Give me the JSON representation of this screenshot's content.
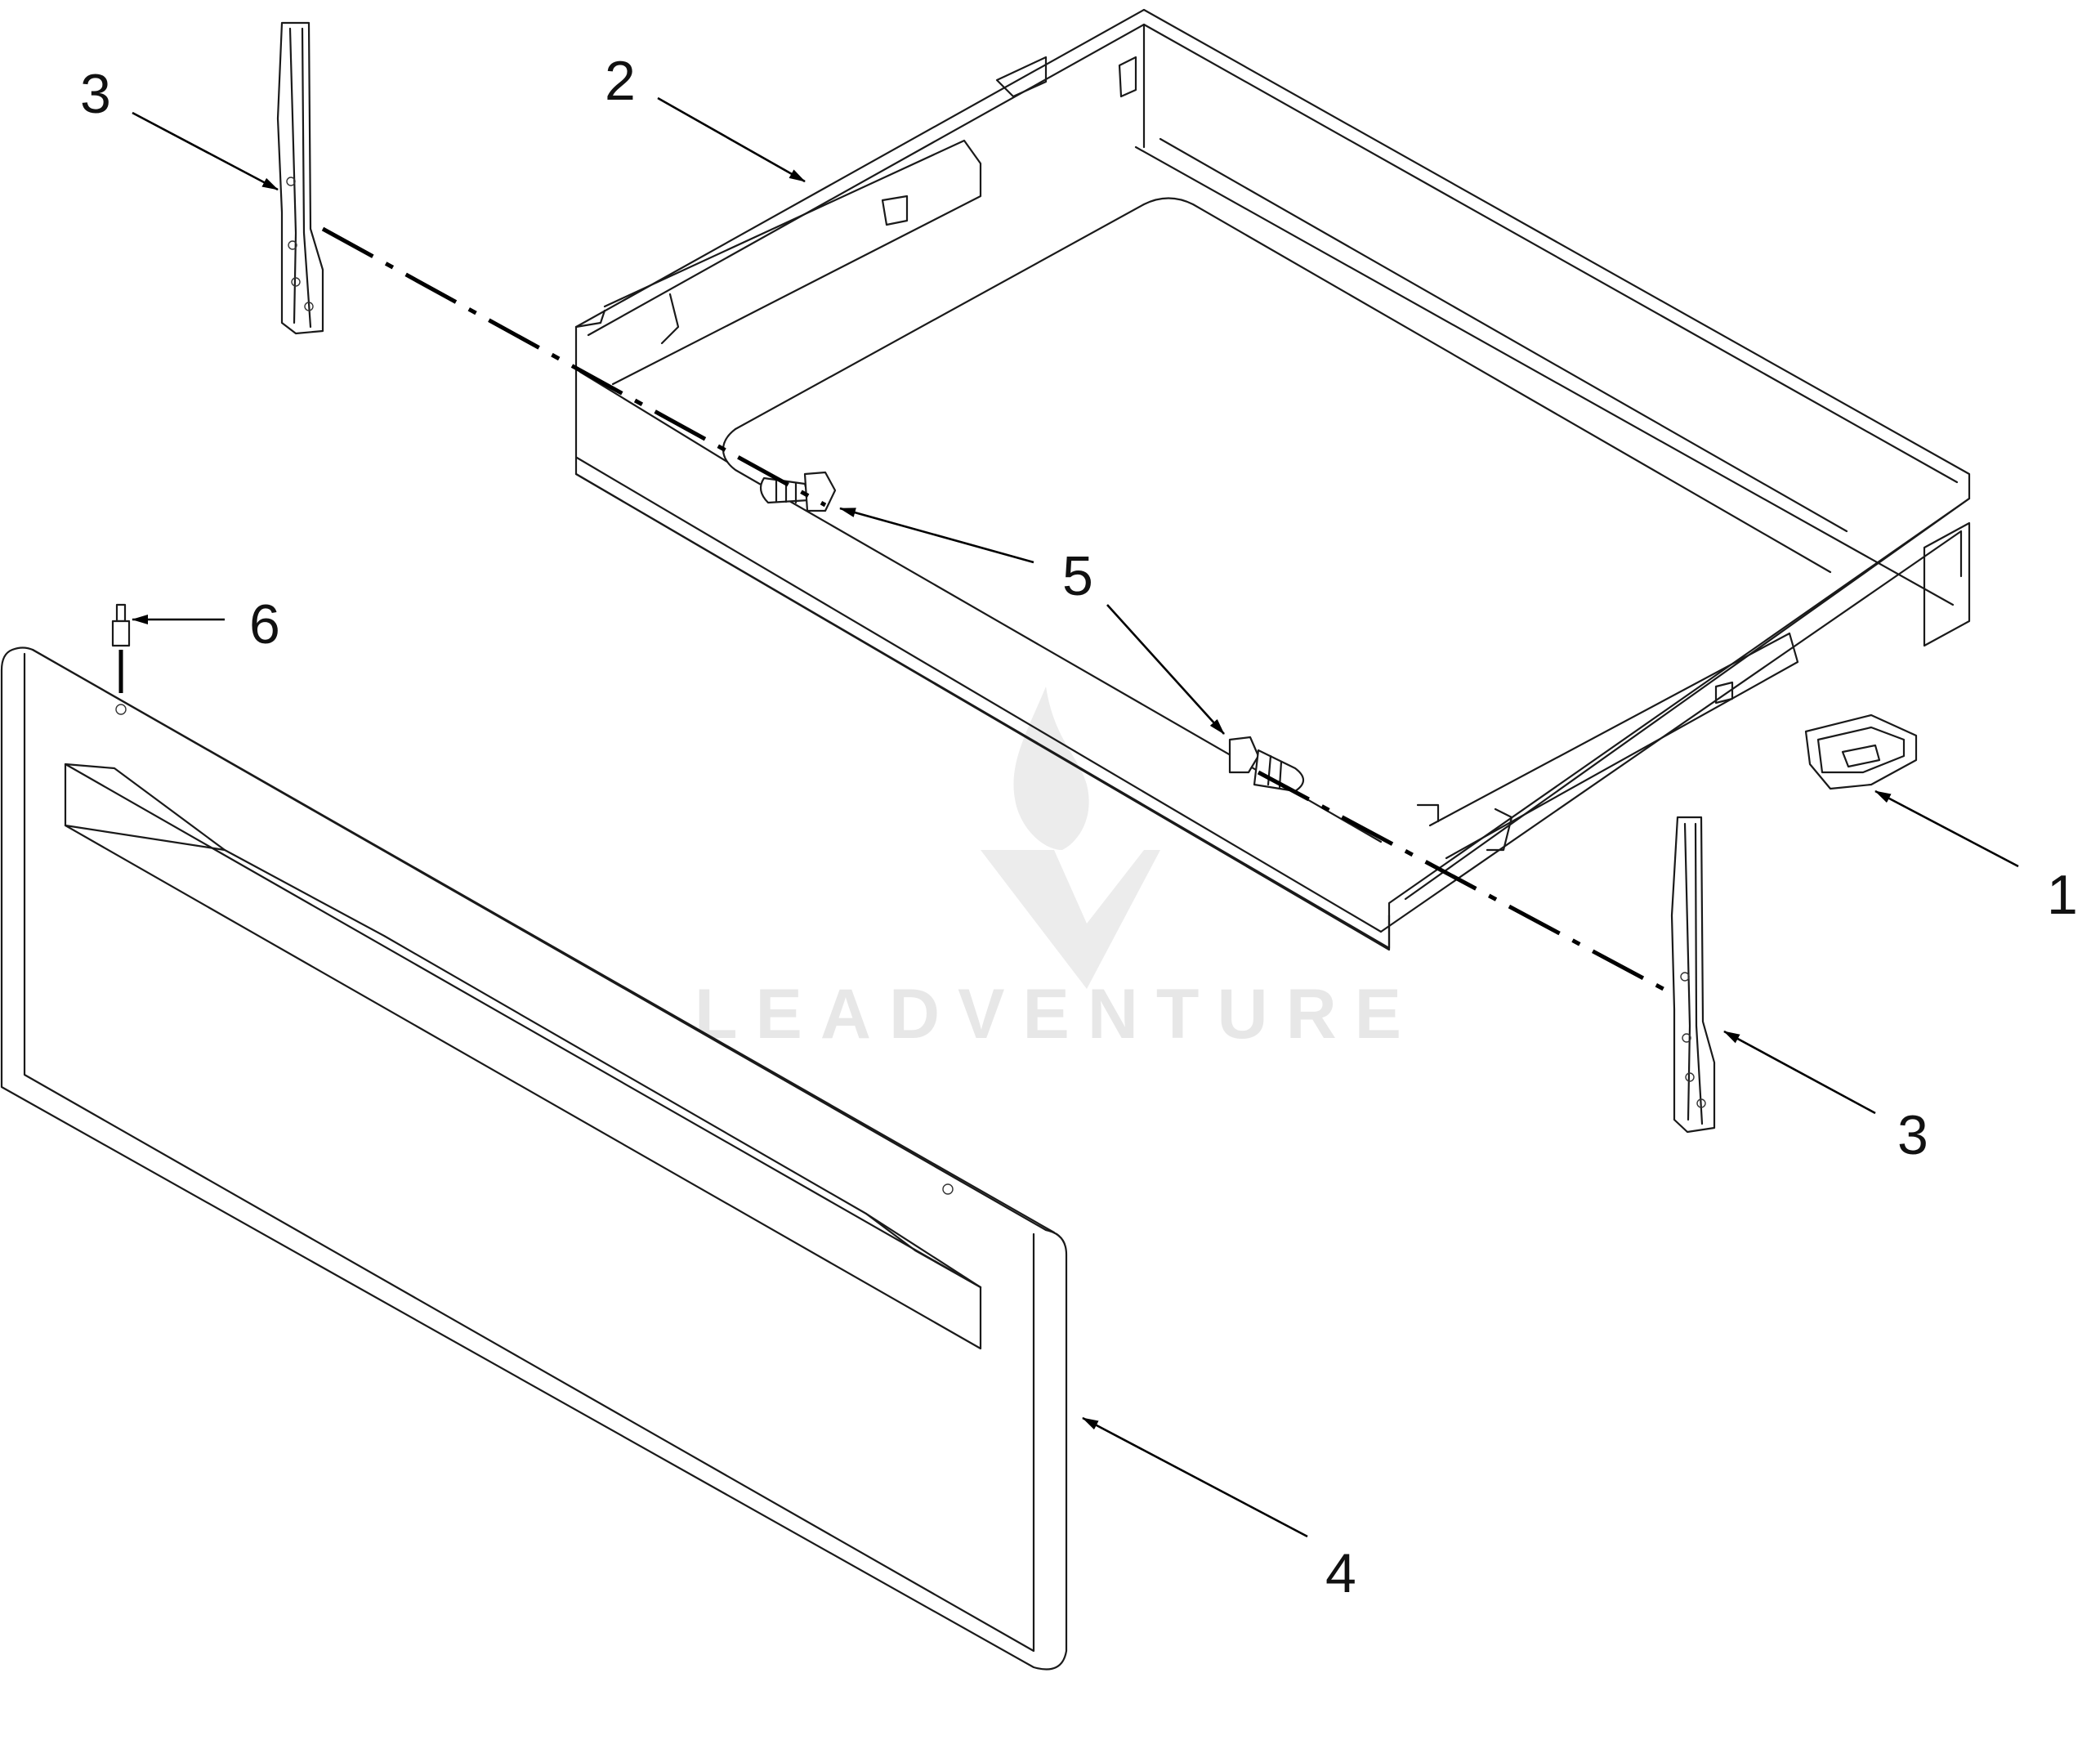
{
  "diagram": {
    "callouts": {
      "c1": "1",
      "c2": "2",
      "c3a": "3",
      "c3b": "3",
      "c4": "4",
      "c5": "5",
      "c6": "6"
    },
    "watermark": {
      "text": "LEADVENTURE",
      "color": "#e7e7e7"
    },
    "line_color": "#1a1a1a",
    "background": "#ffffff"
  }
}
